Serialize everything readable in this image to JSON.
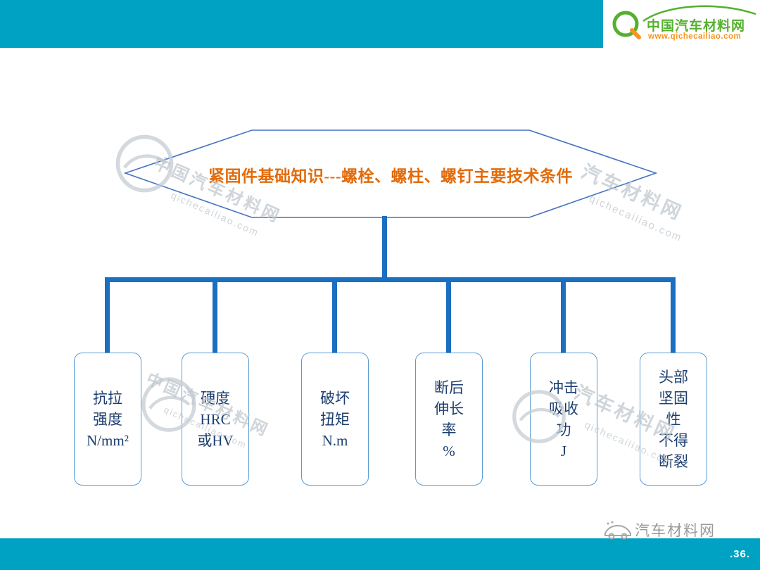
{
  "header": {
    "logo_title": "中国汽车材料网",
    "logo_url": "www.qichecailiao.com"
  },
  "diagram": {
    "title": "紧固件基础知识---螺栓、螺柱、螺钉主要技术条件",
    "nodes": [
      {
        "lines": [
          "抗拉",
          "强度",
          "N/mm²"
        ]
      },
      {
        "lines": [
          "硬度",
          "HRC",
          "或HV"
        ]
      },
      {
        "lines": [
          "破坏",
          "扭矩",
          "N.m"
        ]
      },
      {
        "lines": [
          "断后",
          "伸长",
          "率",
          "%"
        ]
      },
      {
        "lines": [
          "冲击",
          "吸收",
          "功",
          "J"
        ]
      },
      {
        "lines": [
          "头部",
          "坚固",
          "性",
          "不得",
          "断裂"
        ]
      }
    ]
  },
  "footer": {
    "brand": "汽车材料网",
    "page_number": ".36."
  },
  "watermark": {
    "cn_full": "中国汽车材料网",
    "cn_short": "汽车材料网",
    "url": "qichecailiao.com"
  },
  "colors": {
    "band_teal": "#00A2C4",
    "hexagon_border": "#4472C4",
    "title_orange": "#E26B0A",
    "connector_blue": "#1B6FC0",
    "node_border": "#5B9BD5",
    "node_text": "#1C3E6E",
    "logo_green": "#55B02E",
    "logo_orange": "#F7941E",
    "watermark_gray": "#BFC7CE"
  }
}
